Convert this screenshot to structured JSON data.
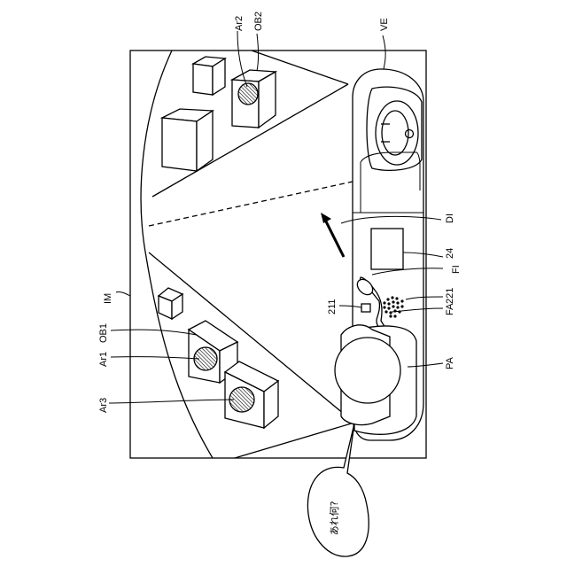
{
  "labels": {
    "im": "IM",
    "ve": "VE",
    "ar2": "Ar2",
    "ob2": "OB2",
    "ar1": "Ar1",
    "ob1": "OB1",
    "ar3": "Ar3",
    "di": "DI",
    "ref24": "24",
    "fi": "FI",
    "ref221": "221",
    "ref211": "211",
    "fa": "FA",
    "pa": "PA"
  },
  "speech_bubble": {
    "text": "あれ何?"
  },
  "colors": {
    "line": "#000000",
    "hatch": "#000000",
    "background": "#ffffff"
  }
}
